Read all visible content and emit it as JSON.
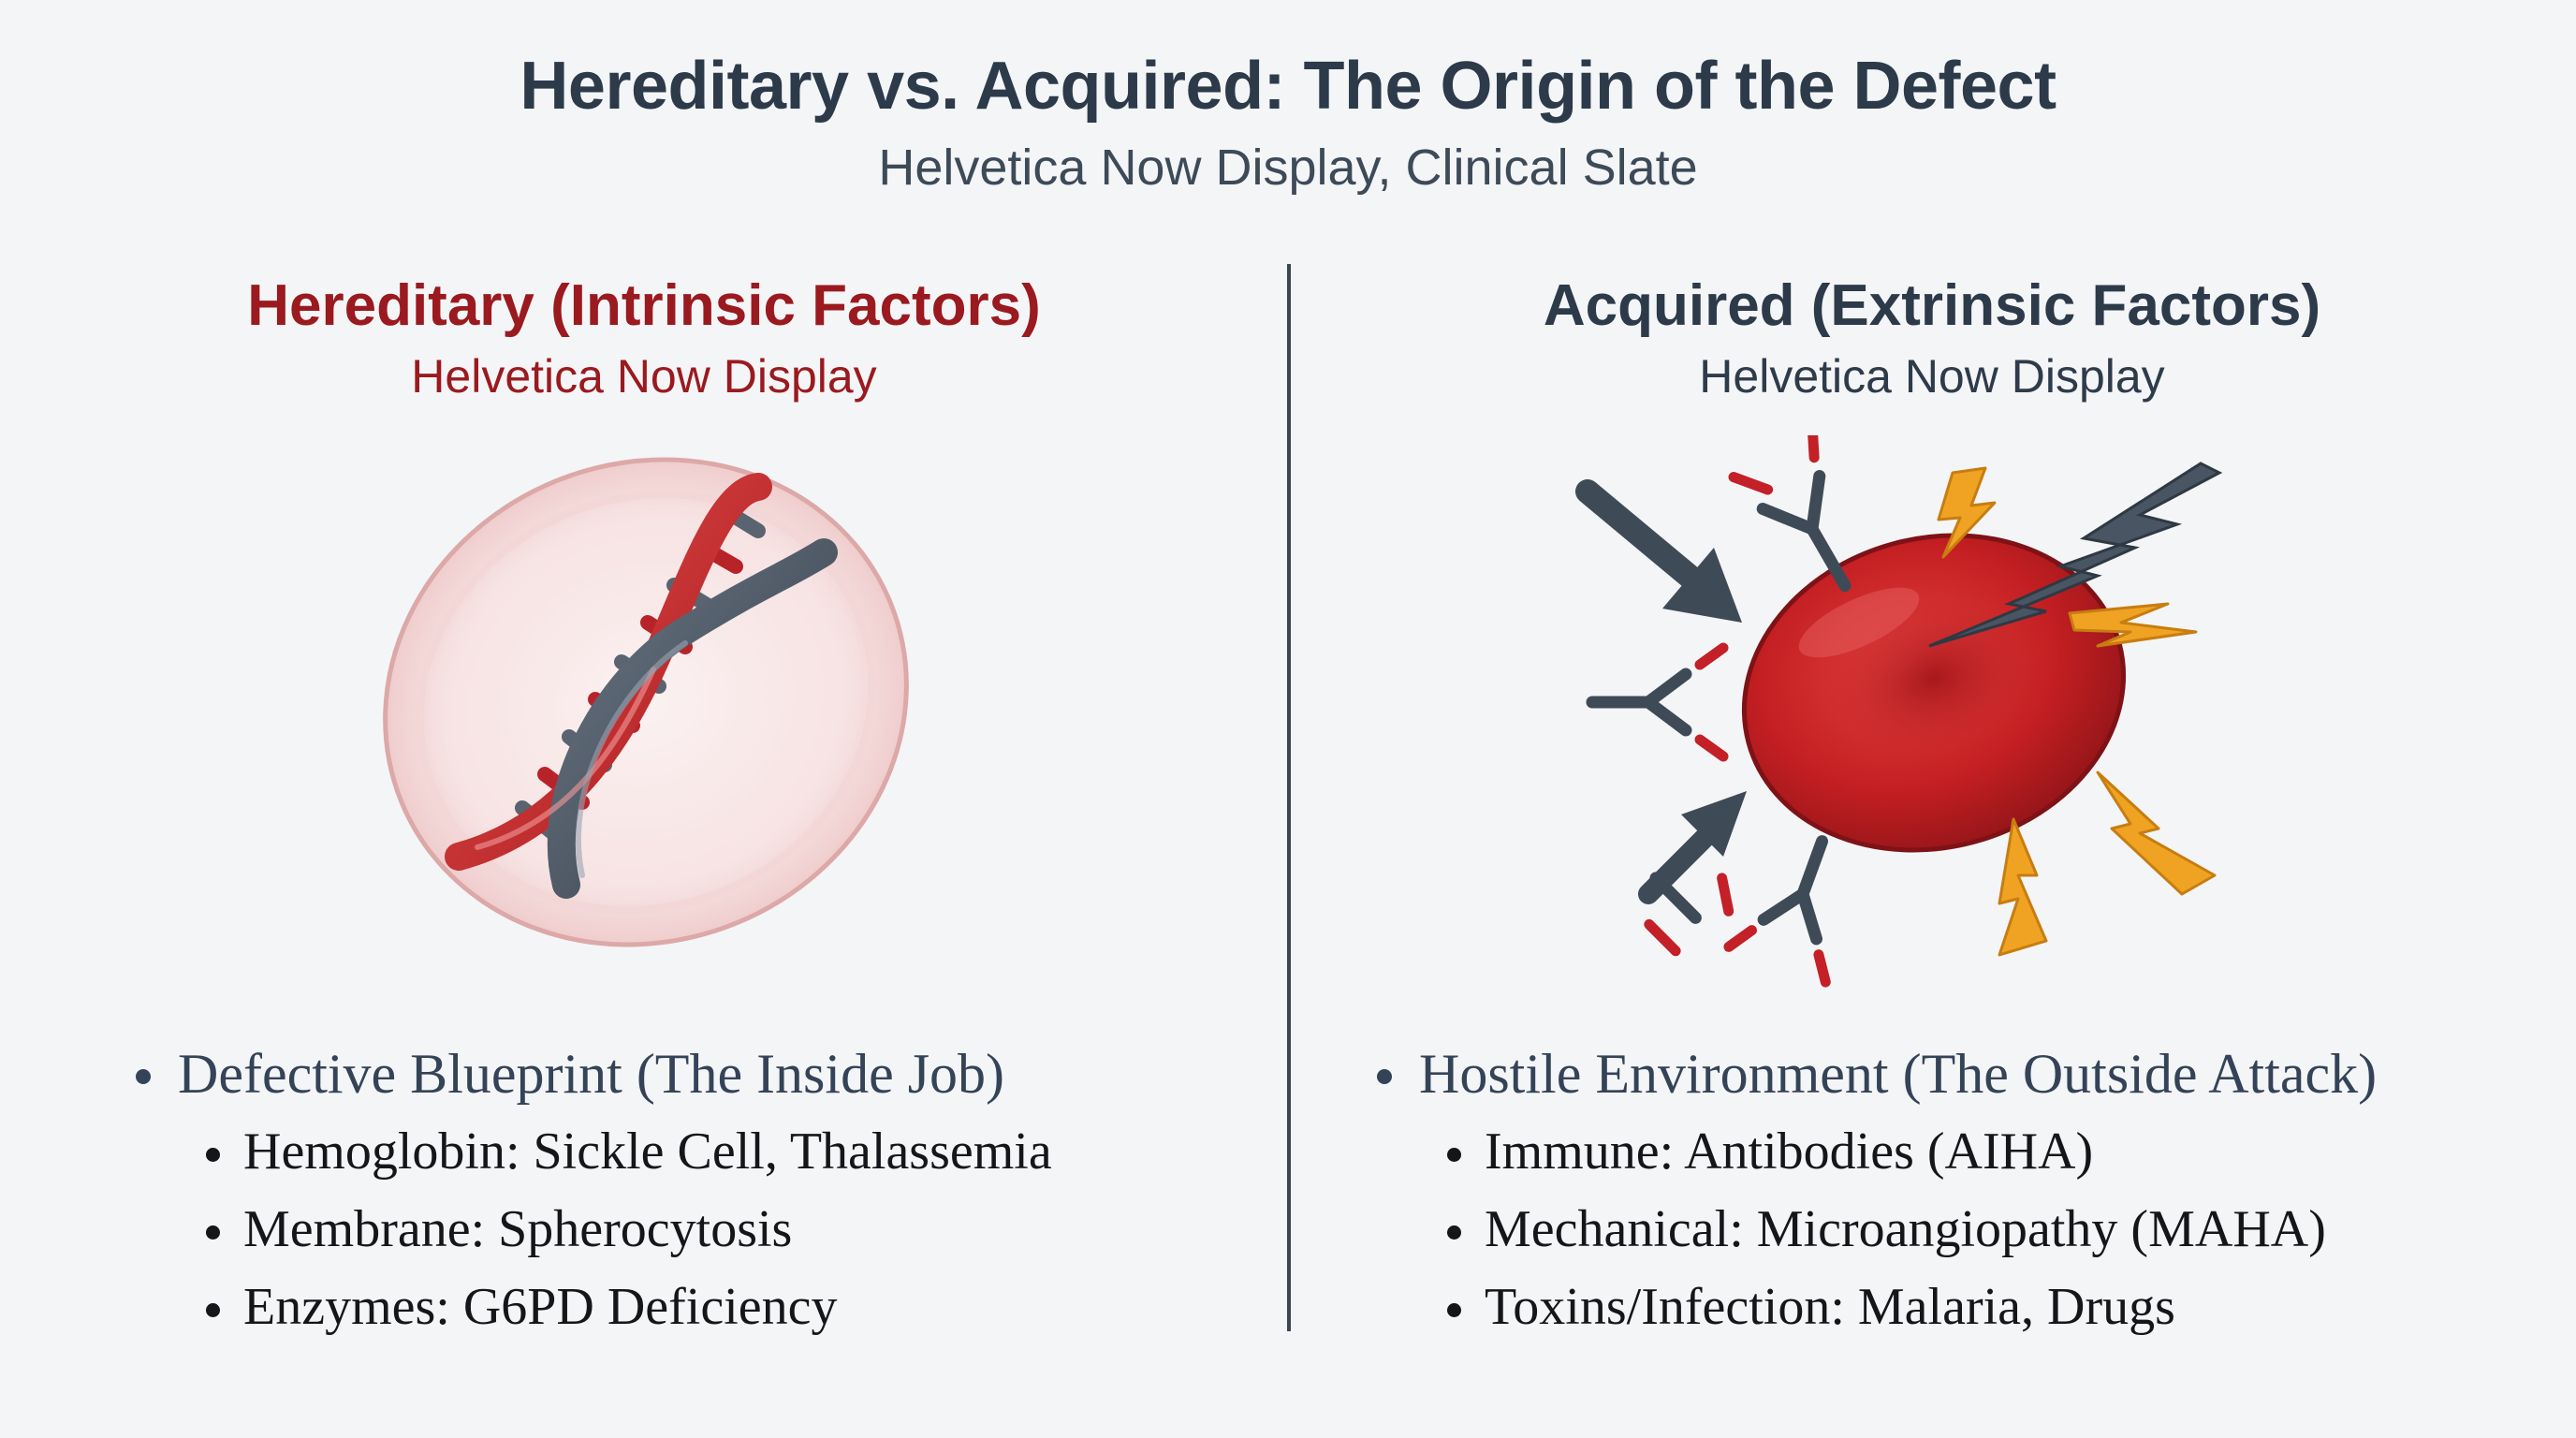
{
  "header": {
    "title": "Hereditary vs. Acquired: The Origin of the Defect",
    "subtitle": "Helvetica Now Display, Clinical Slate"
  },
  "hereditary": {
    "title": "Hereditary (Intrinsic Factors)",
    "subtitle": "Helvetica Now Display",
    "illustration_icon": "dna-in-cell-icon",
    "bullet_main": "Defective Blueprint (The Inside Job)",
    "bullets": [
      "Hemoglobin: Sickle Cell, Thalassemia",
      "Membrane: Spherocytosis",
      "Enzymes: G6PD Deficiency"
    ]
  },
  "acquired": {
    "title": "Acquired (Extrinsic Factors)",
    "subtitle": "Helvetica Now Display",
    "illustration_icon": "red-blood-cell-under-attack-icon",
    "bullet_main": "Hostile Environment (The Outside Attack)",
    "bullets": [
      "Immune: Antibodies (AIHA)",
      "Mechanical: Microangiopathy (MAHA)",
      "Toxins/Infection: Malaria, Drugs"
    ]
  },
  "colors": {
    "background": "#f4f5f7",
    "slate": "#2c3a4a",
    "hereditary_red": "#9a1a1f",
    "cell_red": "#c81f22",
    "lightning_orange": "#f0a323"
  }
}
